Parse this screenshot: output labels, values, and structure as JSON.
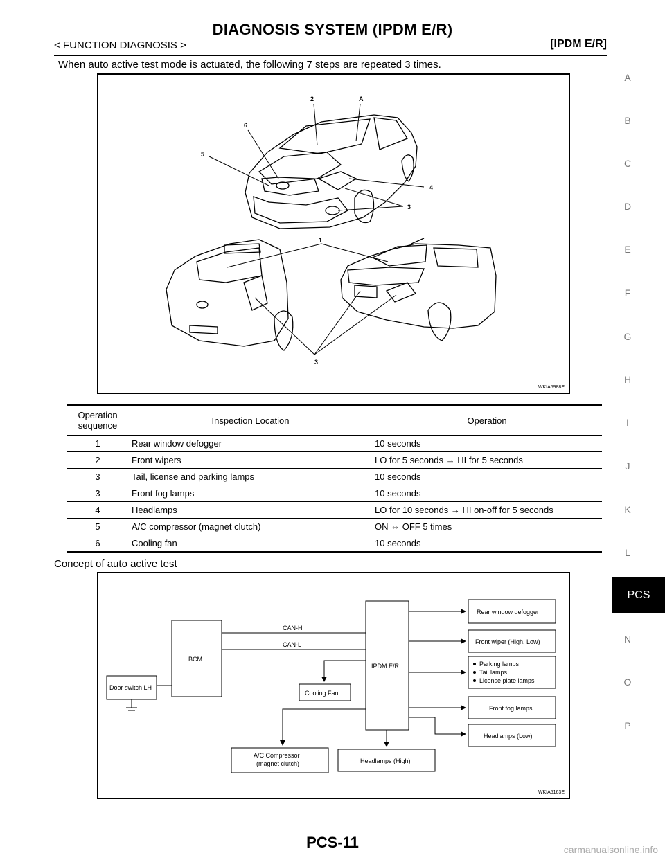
{
  "header": {
    "title": "DIAGNOSIS SYSTEM (IPDM E/R)",
    "section": "< FUNCTION DIAGNOSIS >",
    "module": "[IPDM E/R]"
  },
  "intro_text": "When auto active test mode is actuated, the following 7 steps are repeated 3 times.",
  "figure1": {
    "id": "WKIA5988E",
    "callouts": [
      "1",
      "2",
      "3",
      "4",
      "5",
      "6",
      "A",
      "3"
    ]
  },
  "table": {
    "headers": [
      "Operation\nsequence",
      "Inspection Location",
      "Operation"
    ],
    "rows": [
      [
        "1",
        "Rear window defogger",
        "10 seconds"
      ],
      [
        "2",
        "Front wipers",
        "LO for 5 seconds → HI for 5 seconds"
      ],
      [
        "3",
        "Tail, license and parking lamps",
        "10 seconds"
      ],
      [
        "3",
        "Front fog lamps",
        "10 seconds"
      ],
      [
        "4",
        "Headlamps",
        "LO for 10 seconds → HI on-off for 5 seconds"
      ],
      [
        "5",
        "A/C compressor (magnet clutch)",
        "ON ⇔ OFF 5 times"
      ],
      [
        "6",
        "Cooling fan",
        "10 seconds"
      ]
    ]
  },
  "concept_heading": "Concept of auto active test",
  "figure2": {
    "id": "WKIA5163E",
    "bcm": "BCM",
    "ipdm": "IPDM E/R",
    "door_switch": "Door switch LH",
    "can_h": "CAN-H",
    "can_l": "CAN-L",
    "cooling_fan": "Cooling Fan",
    "ac_compressor_1": "A/C Compressor",
    "ac_compressor_2": "(magnet clutch)",
    "headlamps_high": "Headlamps (High)",
    "outputs": {
      "rear_defogger": "Rear window defogger",
      "front_wiper": "Front wiper (High, Low)",
      "lamps": [
        "Parking lamps",
        "Tail lamps",
        "License plate lamps"
      ],
      "fog": "Front fog lamps",
      "headlamps_low": "Headlamps (Low)"
    }
  },
  "side_index": [
    "A",
    "B",
    "C",
    "D",
    "E",
    "F",
    "G",
    "H",
    "I",
    "J",
    "K",
    "L",
    "PCS",
    "N",
    "O",
    "P"
  ],
  "page_number": "PCS-11",
  "watermark": "carmanualsonline.info"
}
